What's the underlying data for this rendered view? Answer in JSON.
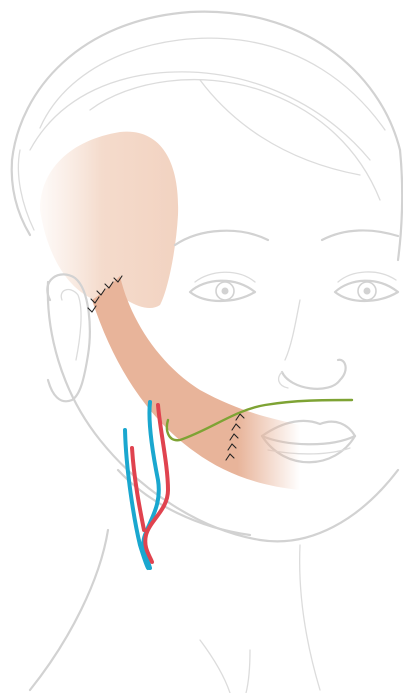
{
  "figure": {
    "subject": "face-outline-illustration",
    "colors": {
      "outline": "#d2d2d2",
      "flap": "#e8b49a",
      "artery": "#e0434f",
      "vein": "#1aa7cf",
      "nerve": "#7ea334",
      "suture": "#222222"
    },
    "icons": [
      "skin-flap",
      "artery",
      "vein",
      "nerve",
      "suture-marks"
    ]
  }
}
